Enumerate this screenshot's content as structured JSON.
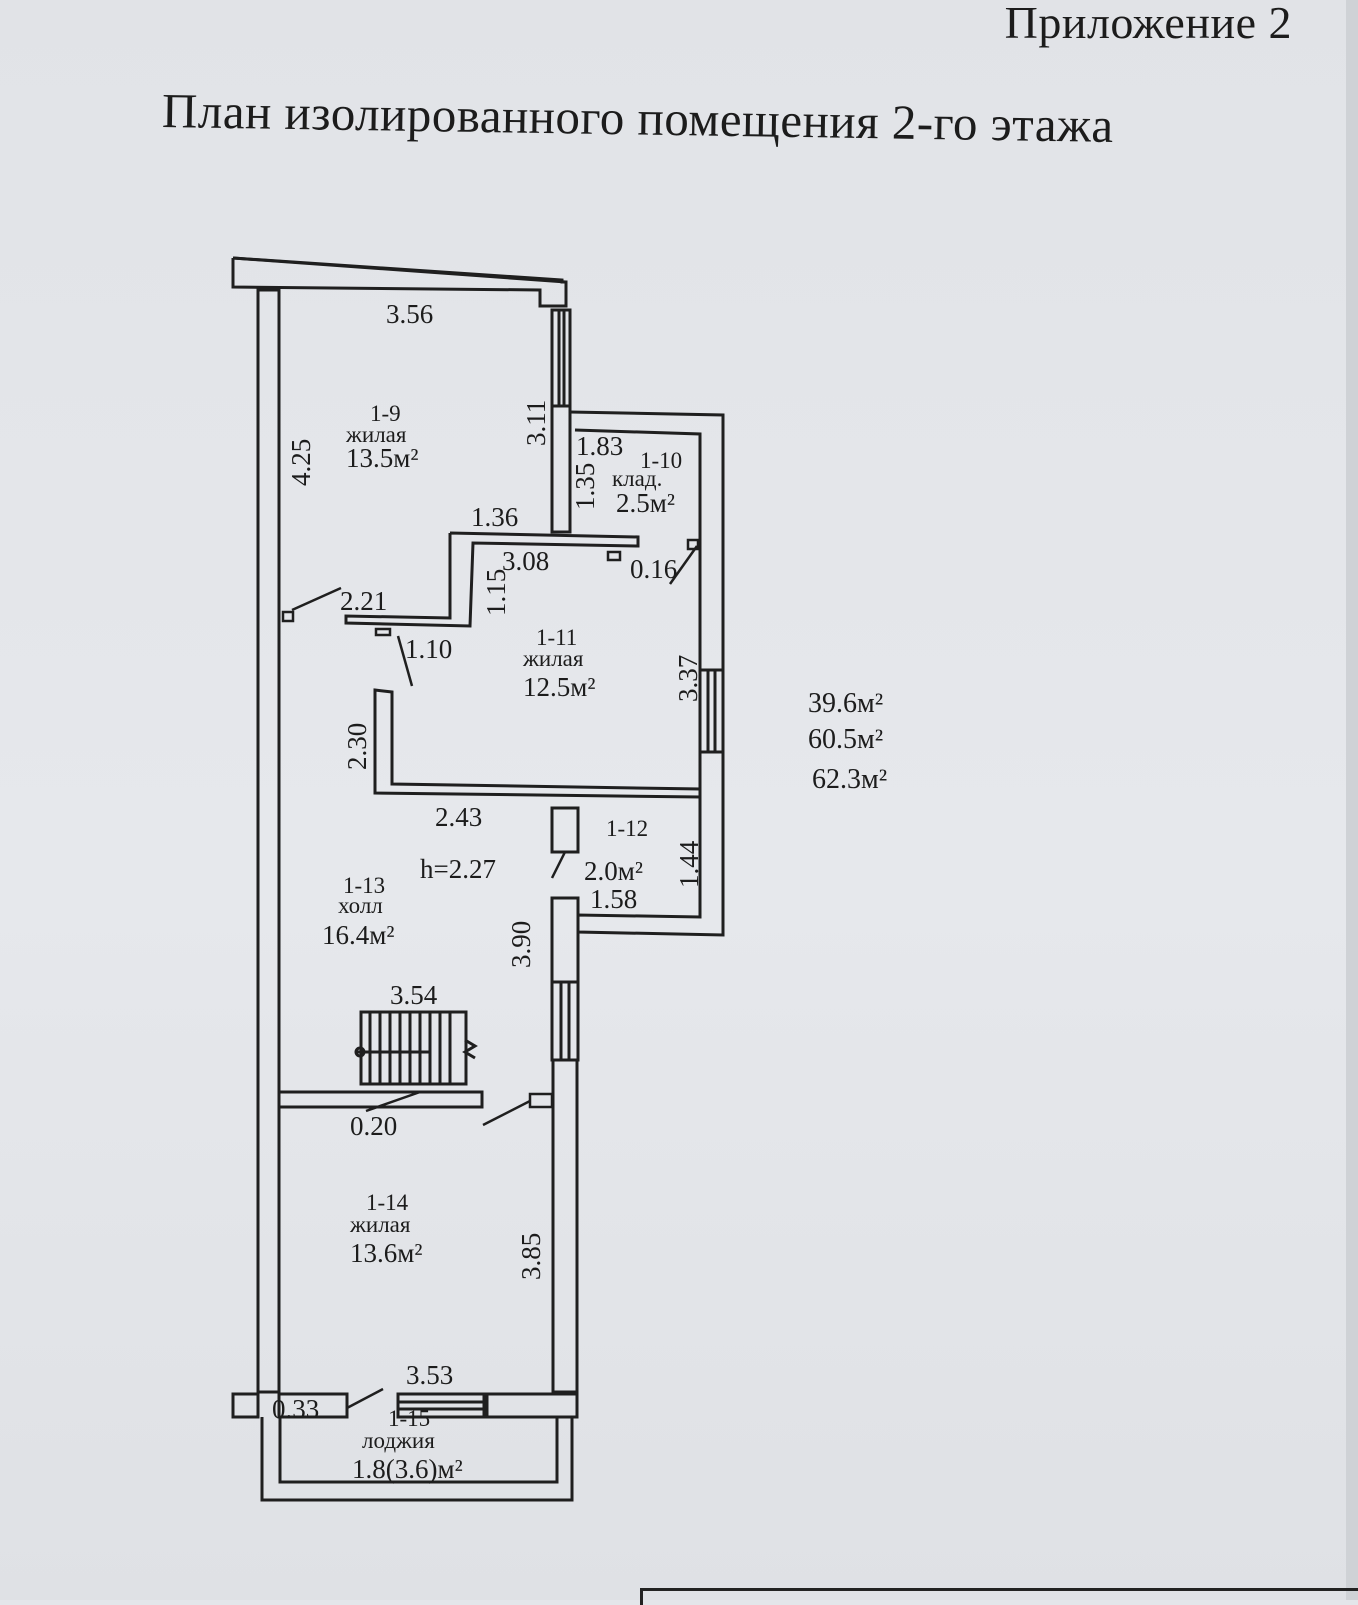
{
  "header": {
    "appendix": "Приложение 2",
    "title": "План изолированного помещения 2-го этажа"
  },
  "rooms": {
    "r1_9": {
      "code": "1-9",
      "type": "жилая",
      "area": "13.5м²"
    },
    "r1_10": {
      "code": "1-10",
      "type": "клад.",
      "area": "2.5м²"
    },
    "r1_11": {
      "code": "1-11",
      "type": "жилая",
      "area": "12.5м²"
    },
    "r1_12": {
      "code": "1-12",
      "area": "2.0м²"
    },
    "r1_13": {
      "code": "1-13",
      "type": "холл",
      "area": "16.4м²"
    },
    "r1_14": {
      "code": "1-14",
      "type": "жилая",
      "area": "13.6м²"
    },
    "r1_15": {
      "code": "1-15",
      "type": "лоджия",
      "area": "1.8(3.6)м²"
    }
  },
  "height": "h=2.27",
  "dims": {
    "d356": "3.56",
    "d311": "3.11",
    "d425": "4.25",
    "d183": "1.83",
    "d135": "1.35",
    "d136": "1.36",
    "d308": "3.08",
    "d016": "0.16",
    "d115": "1.15",
    "d221": "2.21",
    "d110": "1.10",
    "d337": "3.37",
    "d230": "2.30",
    "d243": "2.43",
    "d144": "1.44",
    "d158": "1.58",
    "d390": "3.90",
    "d354": "3.54",
    "d020": "0.20",
    "d385": "3.85",
    "d353": "3.53",
    "d033": "0.33"
  },
  "totals": {
    "living": "39.6м²",
    "total": "60.5м²",
    "total_with_loggia": "62.3м²"
  }
}
